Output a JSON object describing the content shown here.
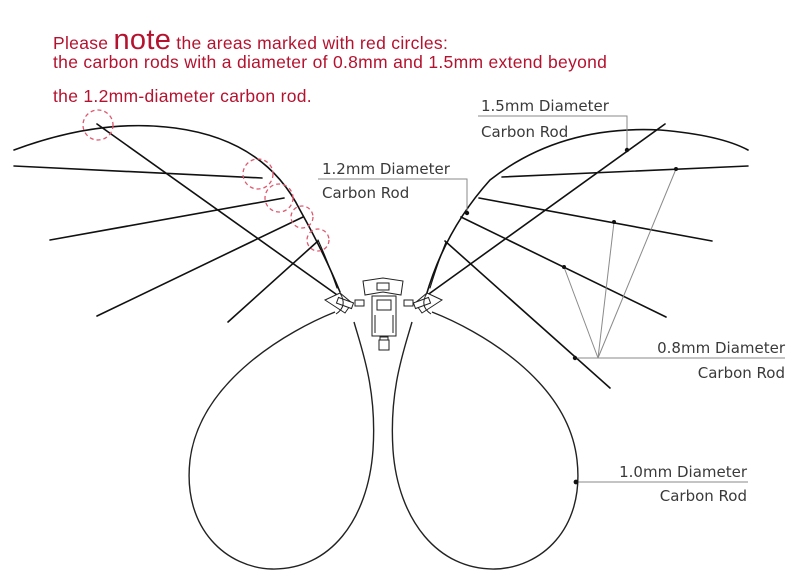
{
  "notice": {
    "line1_prefix": "Please ",
    "line1_emphasis": "note",
    "line1_suffix": " the areas marked with red circles:",
    "line2": "the carbon rods with a diameter of 0.8mm and 1.5mm extend beyond",
    "line3": "the 1.2mm-diameter carbon rod."
  },
  "labels": {
    "rod_15": {
      "line1": "1.5mm Diameter",
      "line2": "Carbon Rod"
    },
    "rod_12": {
      "line1": "1.2mm Diameter",
      "line2": "Carbon Rod"
    },
    "rod_08": {
      "line1": "0.8mm Diameter",
      "line2": "Carbon Rod"
    },
    "rod_10": {
      "line1": "1.0mm Diameter",
      "line2": "Carbon Rod"
    }
  },
  "colors": {
    "notice_text": "#b5122f",
    "highlight_circle": "#e0586e",
    "rod_line": "#111111",
    "leader_line": "#8a8a8a",
    "label_text": "#3a3a3a"
  },
  "highlight_circles_count": 5
}
